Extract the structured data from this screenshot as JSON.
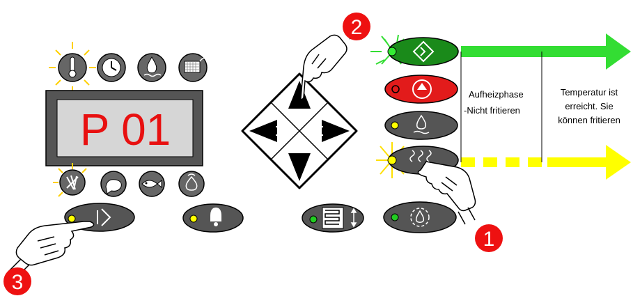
{
  "display": {
    "text": "P 01"
  },
  "phase_labels": {
    "heating_line1": "Aufheizphase",
    "heating_line2": "-Nicht fritieren",
    "ready_line1": "Temperatur ist",
    "ready_line2": "erreicht. Sie",
    "ready_line3": "können fritieren"
  },
  "step_markers": [
    "1",
    "2",
    "3"
  ],
  "icons": {
    "top_row": [
      "thermometer-icon",
      "clock-icon",
      "oil-drop-icon",
      "basket-icon"
    ],
    "bottom_row": [
      "fries-icon",
      "chicken-icon",
      "fish-icon",
      "cycle-icon"
    ],
    "right_column": [
      "start-icon",
      "stop-icon",
      "oil-level-icon",
      "heating-icon"
    ]
  },
  "colors": {
    "green_arrow": "#33dd33",
    "yellow_arrow": "#ffff00",
    "button_dark": "#555555",
    "display_text": "#e81010",
    "marker_red": "#ee1111"
  }
}
